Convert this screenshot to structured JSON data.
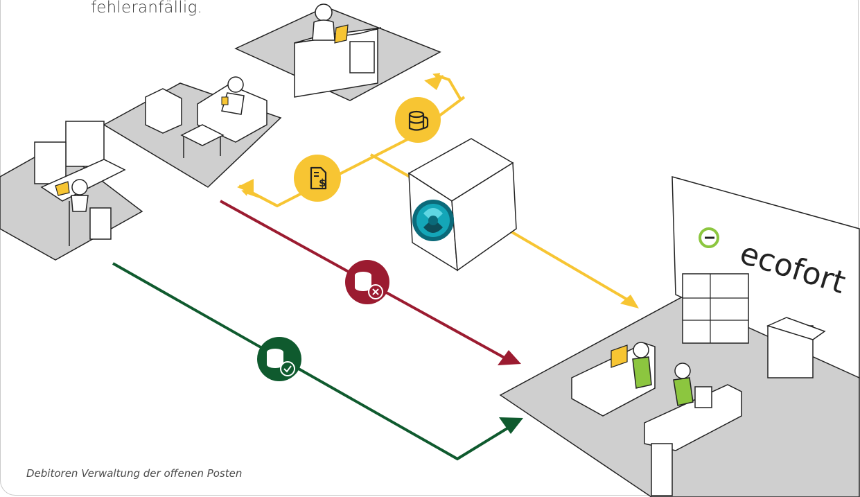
{
  "intro_text": "fehleranfällig.",
  "caption": "Debitoren Verwaltung der offenen Posten",
  "logo": {
    "brand": "ecofort"
  },
  "flows": [
    {
      "name": "invoice",
      "icon": "invoice-dollar-icon",
      "color": "#f7c533"
    },
    {
      "name": "payment-data",
      "icon": "database-icon",
      "color": "#f7c533"
    },
    {
      "name": "unpaid",
      "icon": "coins-cancel-icon",
      "color": "#9b1b30"
    },
    {
      "name": "paid",
      "icon": "coins-check-icon",
      "color": "#0f5a2e"
    }
  ],
  "colors": {
    "yellow": "#f7c533",
    "red": "#9b1b30",
    "green": "#0f5a2e",
    "floor": "#cfcfcf",
    "accent_green": "#8cc63f"
  }
}
